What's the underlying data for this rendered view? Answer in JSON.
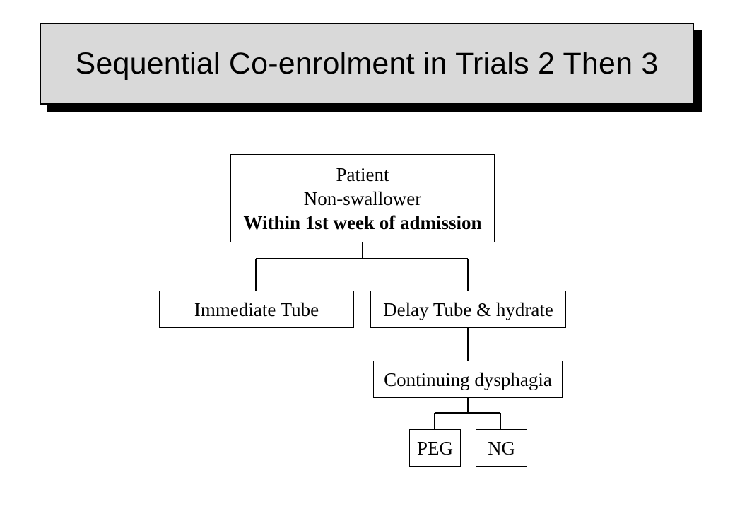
{
  "title": "Sequential Co-enrolment in Trials 2 Then 3",
  "colors": {
    "title_bg": "#d9d9d9",
    "border": "#000000",
    "background": "#ffffff"
  },
  "nodes": {
    "patient": {
      "line1": "Patient",
      "line2": "Non-swallower",
      "line3": "Within 1st week of admission"
    },
    "immediate_tube": "Immediate Tube",
    "delay_tube": "Delay Tube & hydrate",
    "continuing_dysphagia": "Continuing dysphagia",
    "peg": "PEG",
    "ng": "NG"
  },
  "edges": [
    {
      "from": "patient",
      "to": "immediate_tube"
    },
    {
      "from": "patient",
      "to": "delay_tube"
    },
    {
      "from": "delay_tube",
      "to": "continuing_dysphagia"
    },
    {
      "from": "continuing_dysphagia",
      "to": "peg"
    },
    {
      "from": "continuing_dysphagia",
      "to": "ng"
    }
  ]
}
